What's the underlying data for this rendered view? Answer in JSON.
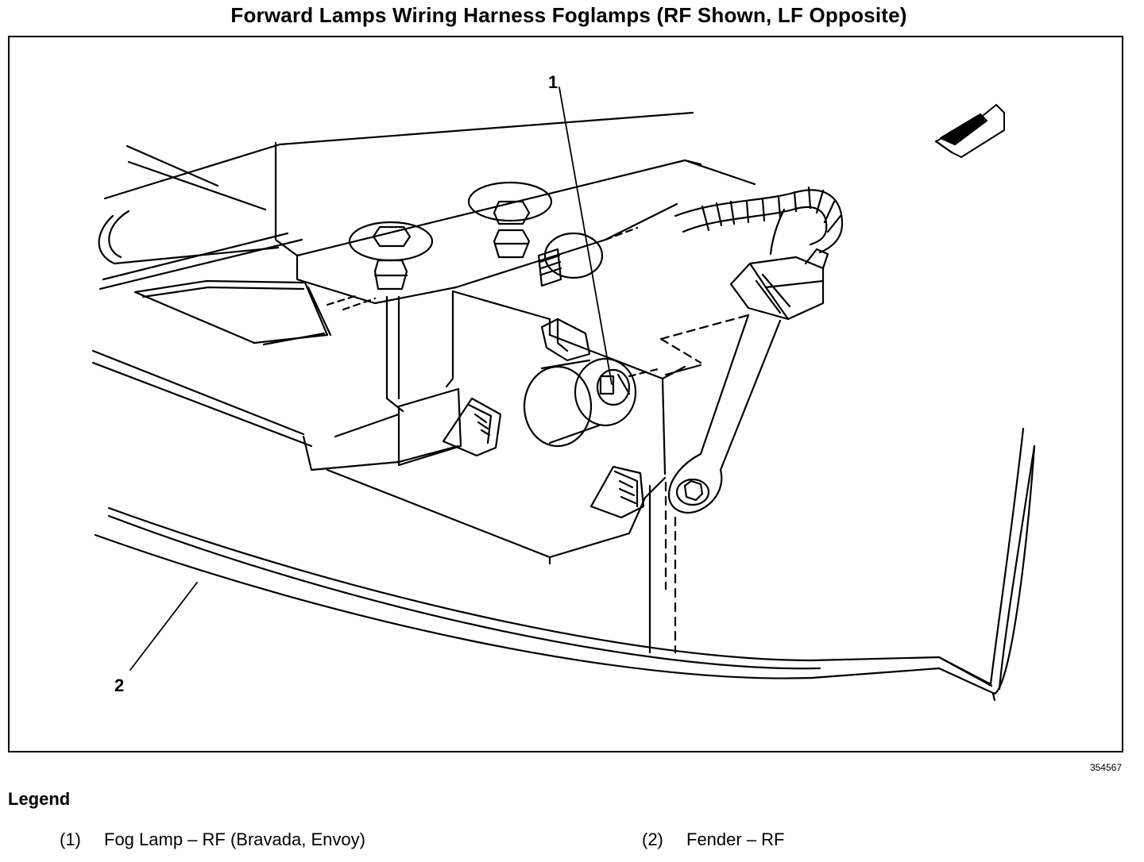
{
  "title": "Forward Lamps Wiring Harness Foglamps (RF Shown, LF Opposite)",
  "callouts": [
    {
      "label": "1"
    },
    {
      "label": "2"
    }
  ],
  "image_id": "354567",
  "legend": {
    "title": "Legend",
    "items": [
      {
        "number": "(1)",
        "text": "Fog Lamp – RF (Bravada, Envoy)"
      },
      {
        "number": "(2)",
        "text": "Fender – RF"
      }
    ]
  }
}
